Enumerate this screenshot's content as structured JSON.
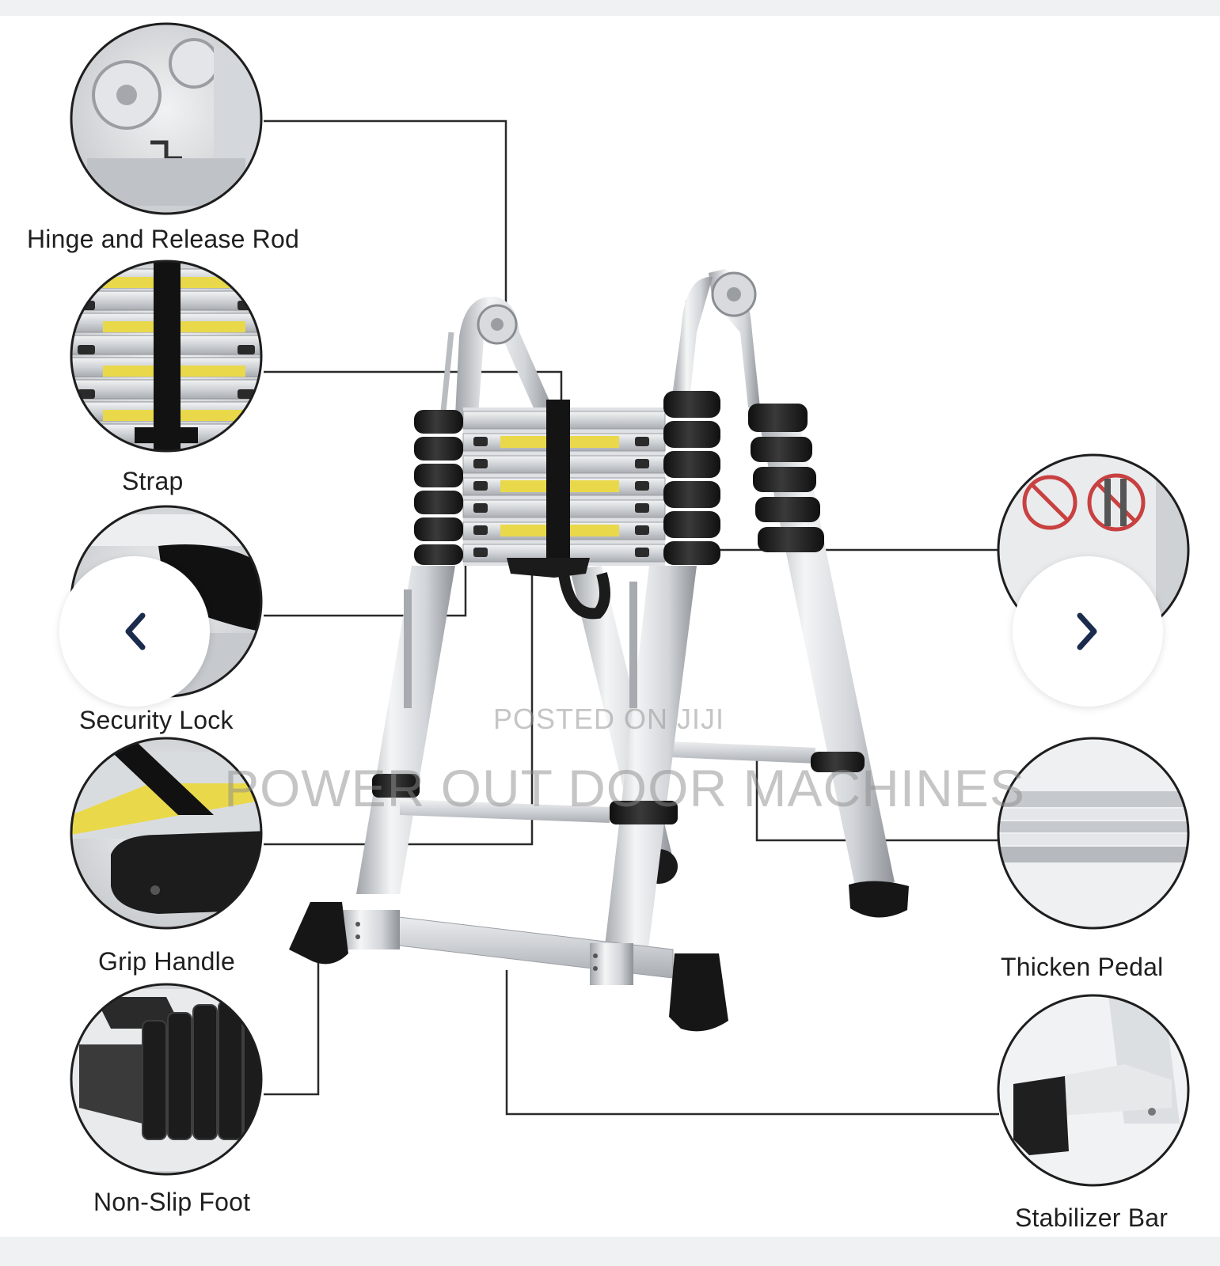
{
  "callouts": {
    "hinge": "Hinge and Release Rod",
    "strap": "Strap",
    "security_lock": "Security Lock",
    "grip_handle": "Grip Handle",
    "non_slip_foot": "Non-Slip Foot",
    "thicken_pedal": "Thicken Pedal",
    "stabilizer_bar": "Stabilizer Bar"
  },
  "watermark": {
    "posted": "POSTED ON JIJI",
    "seller": "POWER OUT DOOR MACHINES"
  },
  "navigation": {
    "prev_icon": "chevron-left-icon",
    "next_icon": "chevron-right-icon"
  },
  "colors": {
    "nav_chevron": "#1a2b4c",
    "callout_line": "#2a2a2a",
    "ladder_rail": "#c9ccd1",
    "ladder_cap": "#1c1c1c",
    "sticker": "#e9d94a"
  }
}
